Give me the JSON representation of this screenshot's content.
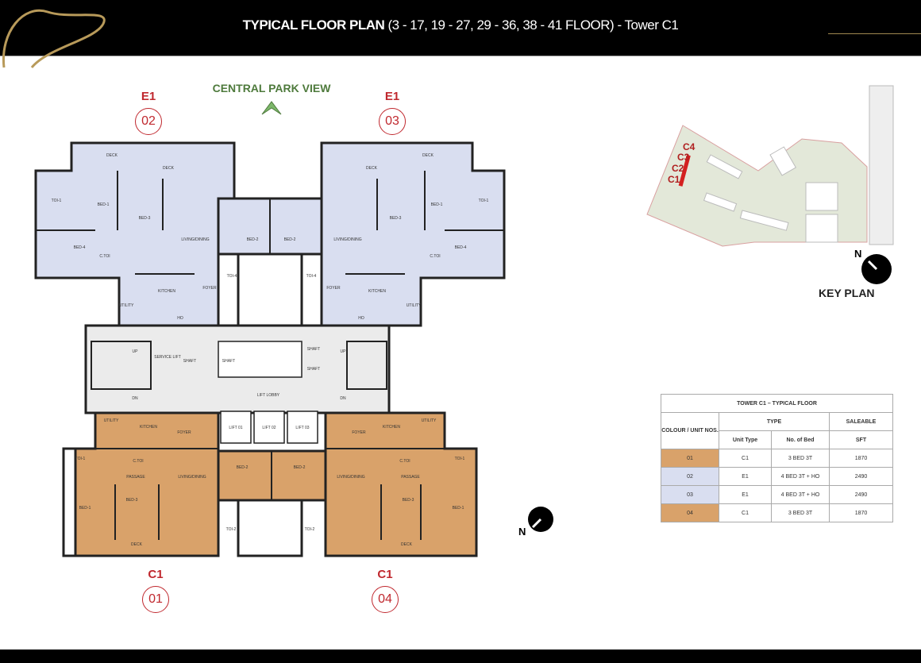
{
  "header": {
    "title_bold": "TYPICAL FLOOR PLAN",
    "title_rest": " (3 - 17, 19 - 27, 29 - 36, 38 - 41 FLOOR) - Tower C1"
  },
  "view": {
    "label": "CENTRAL PARK VIEW"
  },
  "units": [
    {
      "type": "E1",
      "number": "02",
      "color": "#d9def0"
    },
    {
      "type": "E1",
      "number": "03",
      "color": "#d9def0"
    },
    {
      "type": "C1",
      "number": "01",
      "color": "#d9a26a"
    },
    {
      "type": "C1",
      "number": "04",
      "color": "#d9a26a"
    }
  ],
  "plan": {
    "labels": [
      "DECK",
      "DECK",
      "BED-1",
      "BED-3",
      "LIVING/DINING",
      "BED-4",
      "C.TOI",
      "TOI-1",
      "KITCHEN",
      "UTILITY",
      "FOYER",
      "HO",
      "DECK",
      "DECK",
      "BED-1",
      "BED-3",
      "LIVING/DINING",
      "BED-4",
      "C.TOI",
      "TOI-1",
      "KITCHEN",
      "UTILITY",
      "FOYER",
      "HO",
      "BED-2",
      "BED-2",
      "TOI-4",
      "TOI-4",
      "UP",
      "DN",
      "SERVICE LIFT",
      "SHAFT",
      "SHAFT",
      "SHAFT",
      "SHAFT",
      "LIFT LOBBY",
      "UP",
      "DN",
      "LIFT 01",
      "LIFT 02",
      "LIFT 03",
      "UTILITY",
      "KITCHEN",
      "FOYER",
      "TOI-1",
      "C.TOI",
      "PASSAGE",
      "LIVING/DINING",
      "BED-1",
      "BED-3",
      "DECK",
      "UTILITY",
      "KITCHEN",
      "FOYER",
      "TOI-1",
      "C.TOI",
      "PASSAGE",
      "LIVING/DINING",
      "BED-1",
      "BED-3",
      "DECK",
      "BED-2",
      "BED-2",
      "TOI-2",
      "TOI-2"
    ],
    "north": "N"
  },
  "key_plan": {
    "title": "KEY PLAN",
    "north": "N",
    "towers": [
      "C4",
      "C3",
      "C2",
      "C1"
    ]
  },
  "table": {
    "title": "TOWER C1 – TYPICAL FLOOR",
    "col_unit": "COLOUR / UNIT NOS.",
    "col_type": "TYPE",
    "col_saleable": "SALEABLE",
    "sub_unit_type": "Unit Type",
    "sub_beds": "No. of Bed",
    "sub_sft": "SFT",
    "rows": [
      {
        "no": "01",
        "type": "C1",
        "beds": "3 BED  3T",
        "sft": "1870",
        "color": "#d9a26a"
      },
      {
        "no": "02",
        "type": "E1",
        "beds": "4 BED  3T + HO",
        "sft": "2490",
        "color": "#d9def0"
      },
      {
        "no": "03",
        "type": "E1",
        "beds": "4 BED  3T + HO",
        "sft": "2490",
        "color": "#d9def0"
      },
      {
        "no": "04",
        "type": "C1",
        "beds": "3 BED  3T",
        "sft": "1870",
        "color": "#d9a26a"
      }
    ]
  }
}
